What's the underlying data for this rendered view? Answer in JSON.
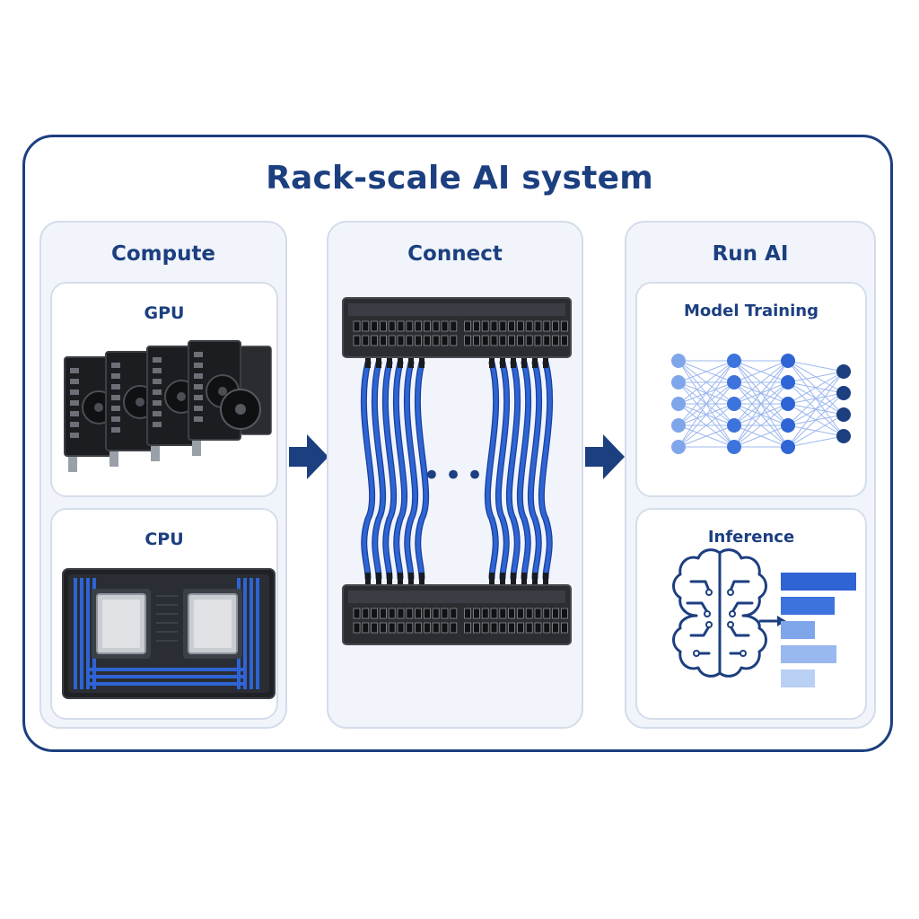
{
  "title": "Rack-scale AI system",
  "columns": {
    "compute": {
      "title": "Compute",
      "cards": {
        "gpu": {
          "title": "GPU"
        },
        "cpu": {
          "title": "CPU"
        }
      }
    },
    "connect": {
      "title": "Connect",
      "ellipsis": "•••"
    },
    "run_ai": {
      "title": "Run AI",
      "cards": {
        "training": {
          "title": "Model Training"
        },
        "inference": {
          "title": "Inference"
        }
      }
    }
  },
  "colors": {
    "navy": "#1c3f80",
    "cable_blue": "#2e64d4",
    "panel_bg": "#f1f5fb",
    "hardware_dark": "#2b2d31"
  },
  "icons": [
    "gpu-cards-icon",
    "cpu-motherboard-icon",
    "network-switch-icon",
    "neural-network-icon",
    "brain-icon",
    "bar-chart-icon",
    "arrow-right-icon"
  ]
}
